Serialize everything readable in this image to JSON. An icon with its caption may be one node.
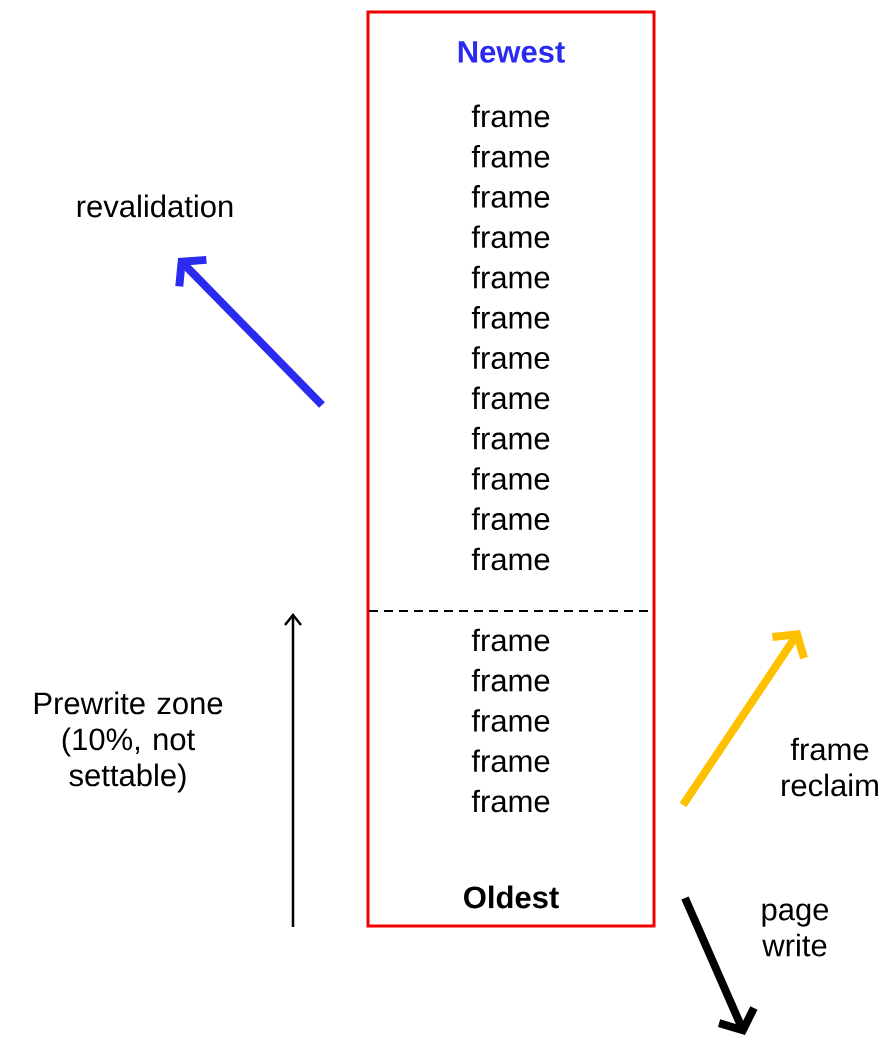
{
  "diagram": {
    "nodes": [
      {
        "text": [
          "Newest",
          "frame",
          "frame",
          "frame",
          "frame",
          "frame",
          "frame",
          "frame",
          "frame",
          "frame",
          "frame",
          "frame",
          "frame",
          "frame",
          "frame",
          "frame",
          "frame",
          "frame",
          "Oldest"
        ]
      }
    ],
    "labels": [
      "revalidation",
      "Prewrite zone (10%, not settable)",
      "frame reclaim",
      "page write"
    ]
  }
}
